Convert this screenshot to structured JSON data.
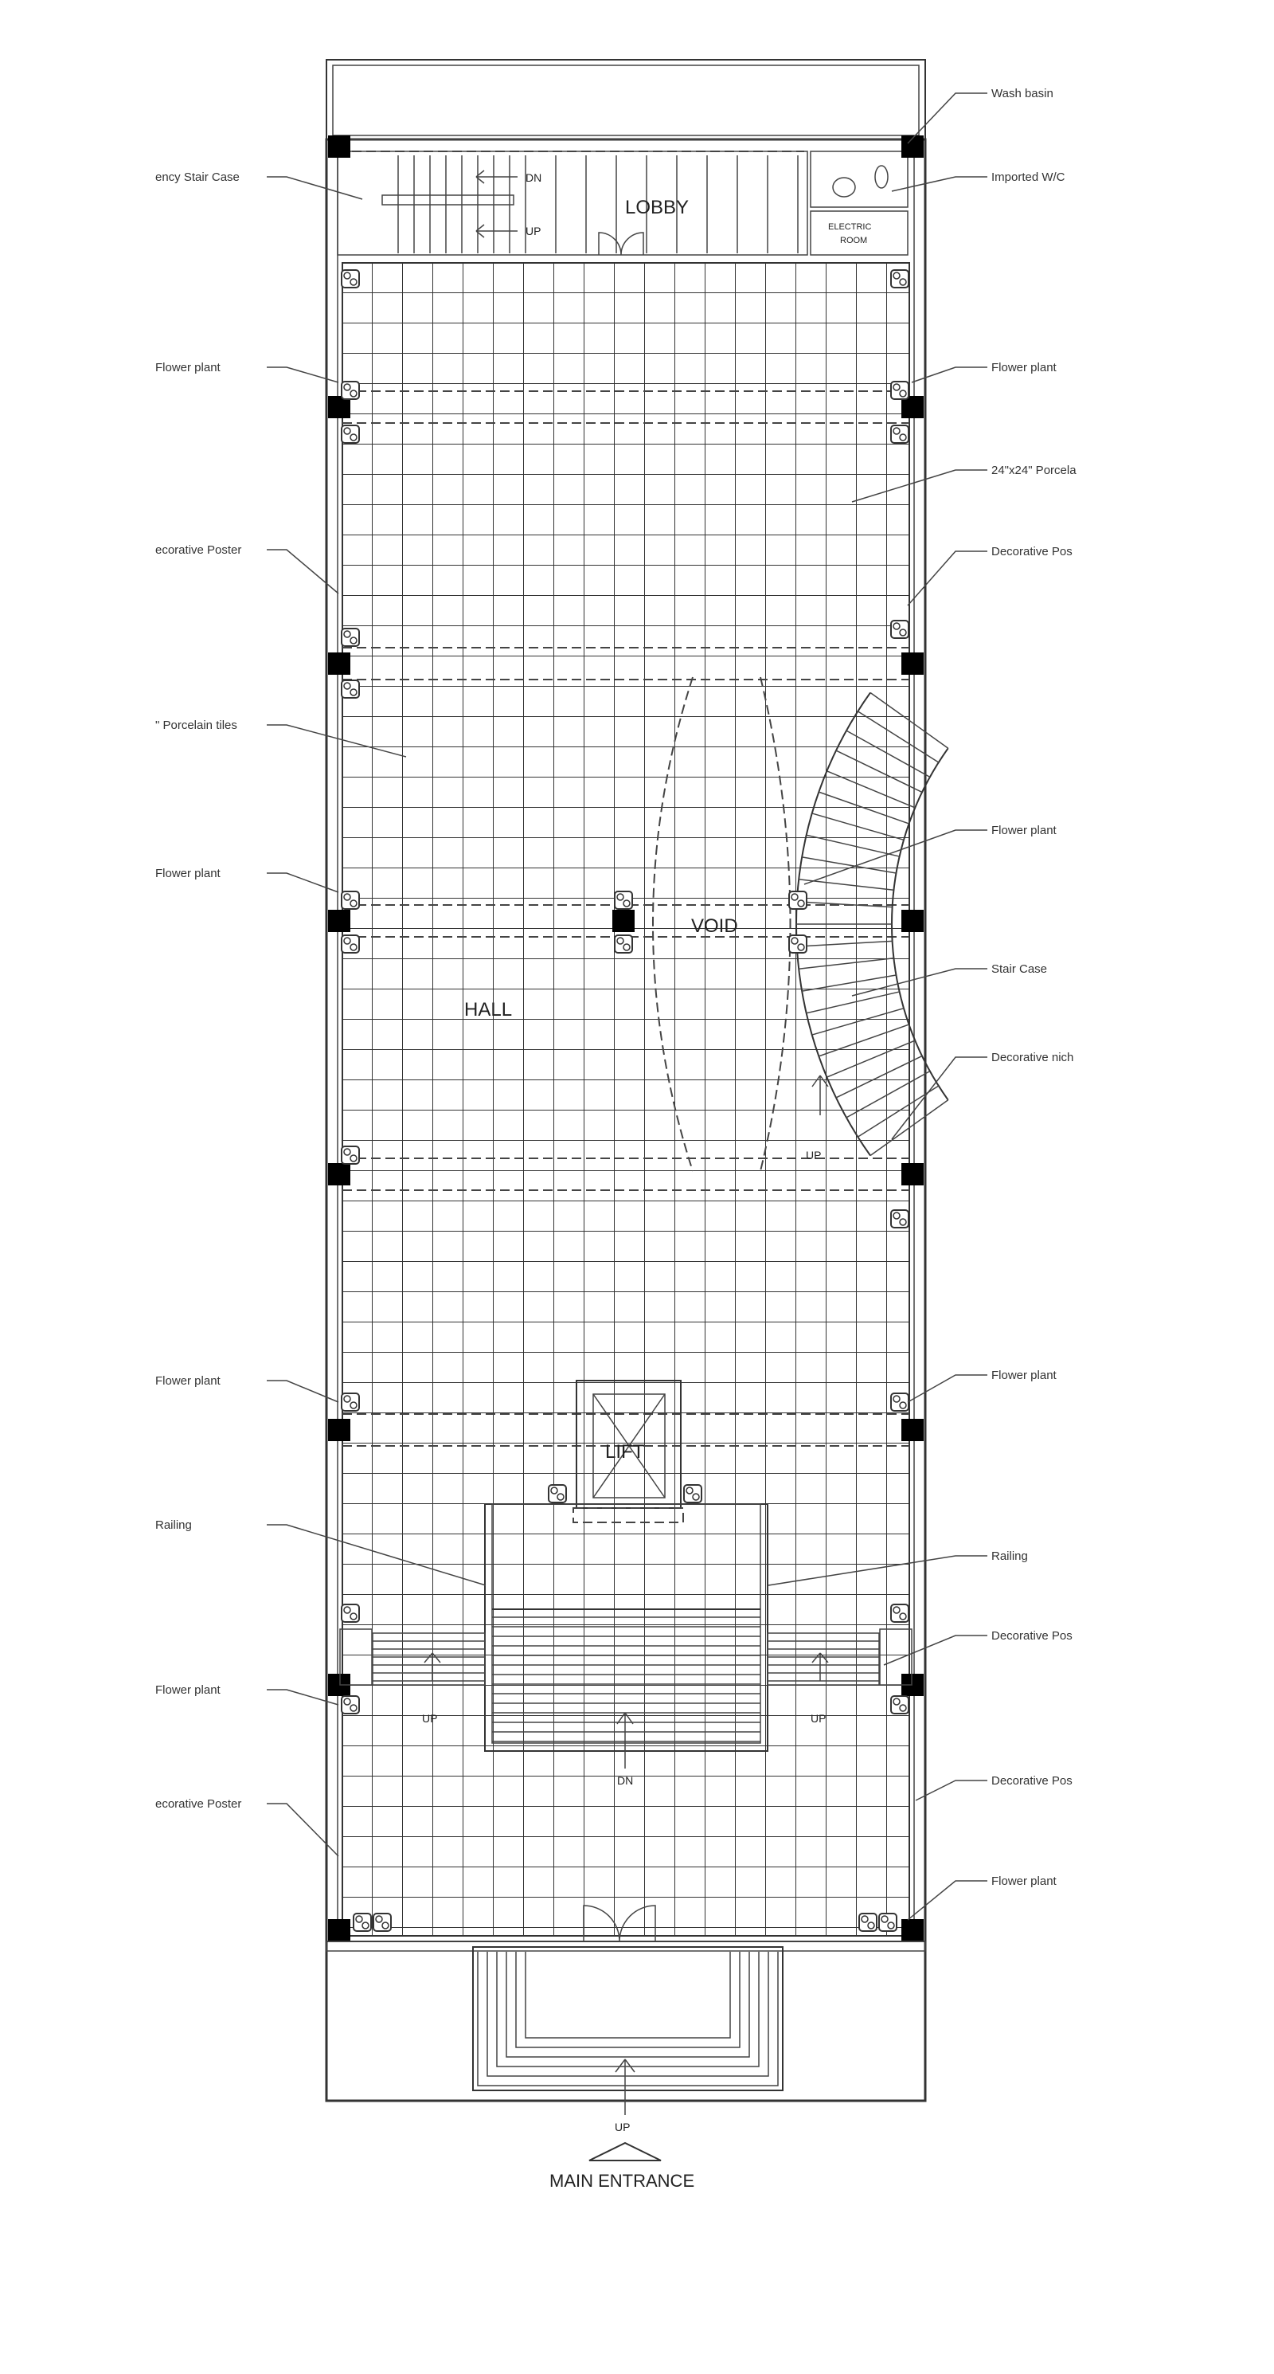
{
  "rooms": {
    "lobby": "LOBBY",
    "void": "VOID",
    "hall": "HALL",
    "lift": "LIFT",
    "electric_room_1": "ELECTRIC",
    "electric_room_2": "ROOM",
    "dn": "DN",
    "up": "UP",
    "main_entrance": "MAIN ENTRANCE"
  },
  "labels_left": [
    "ency Stair Case",
    "Flower plant",
    "ecorative Poster",
    "\" Porcelain tiles",
    "Flower plant",
    "Flower plant",
    "Railing",
    "Flower plant",
    "ecorative Poster"
  ],
  "labels_right": [
    "Wash basin",
    "Imported W/C",
    "Flower plant",
    "24\"x24\" Porcela",
    "Decorative Pos",
    "Flower plant",
    "Stair Case",
    "Decorative nich",
    "Flower plant",
    "Railing",
    "Decorative Pos",
    "Decorative Pos",
    "Flower plant"
  ]
}
